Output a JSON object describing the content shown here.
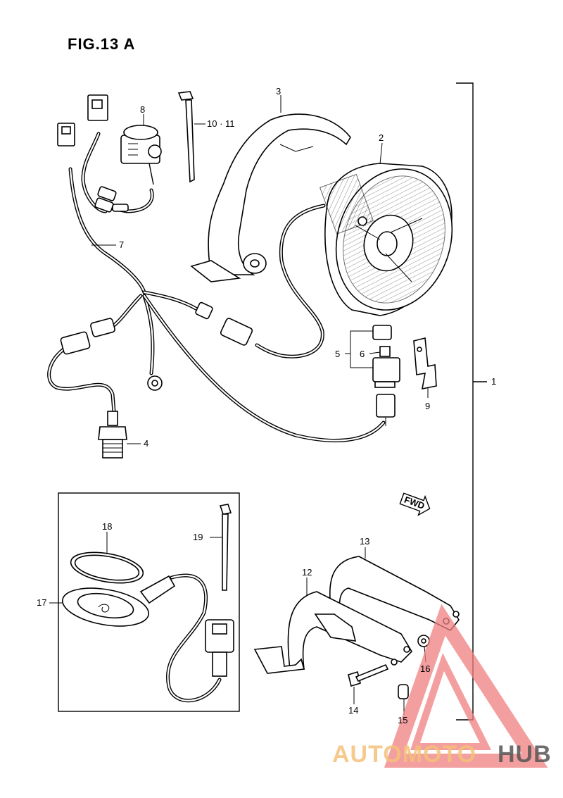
{
  "figure": {
    "title": "FIG.13 A"
  },
  "fwd_arrow": {
    "label": "FWD"
  },
  "callouts": {
    "c1": "1",
    "c2": "2",
    "c3": "3",
    "c4": "4",
    "c5": "5",
    "c6": "6",
    "c7": "7",
    "c8": "8",
    "c9": "9",
    "c10_11": "10 · 11",
    "c12": "12",
    "c13": "13",
    "c14": "14",
    "c15": "15",
    "c16": "16",
    "c17": "17",
    "c18": "18",
    "c19": "19"
  },
  "watermark": {
    "part1": "AUTOMOTO",
    "part2": "HUB",
    "color_primary": "#f08080",
    "color_secondary": "#f5c07a",
    "color_dark": "#555555"
  }
}
